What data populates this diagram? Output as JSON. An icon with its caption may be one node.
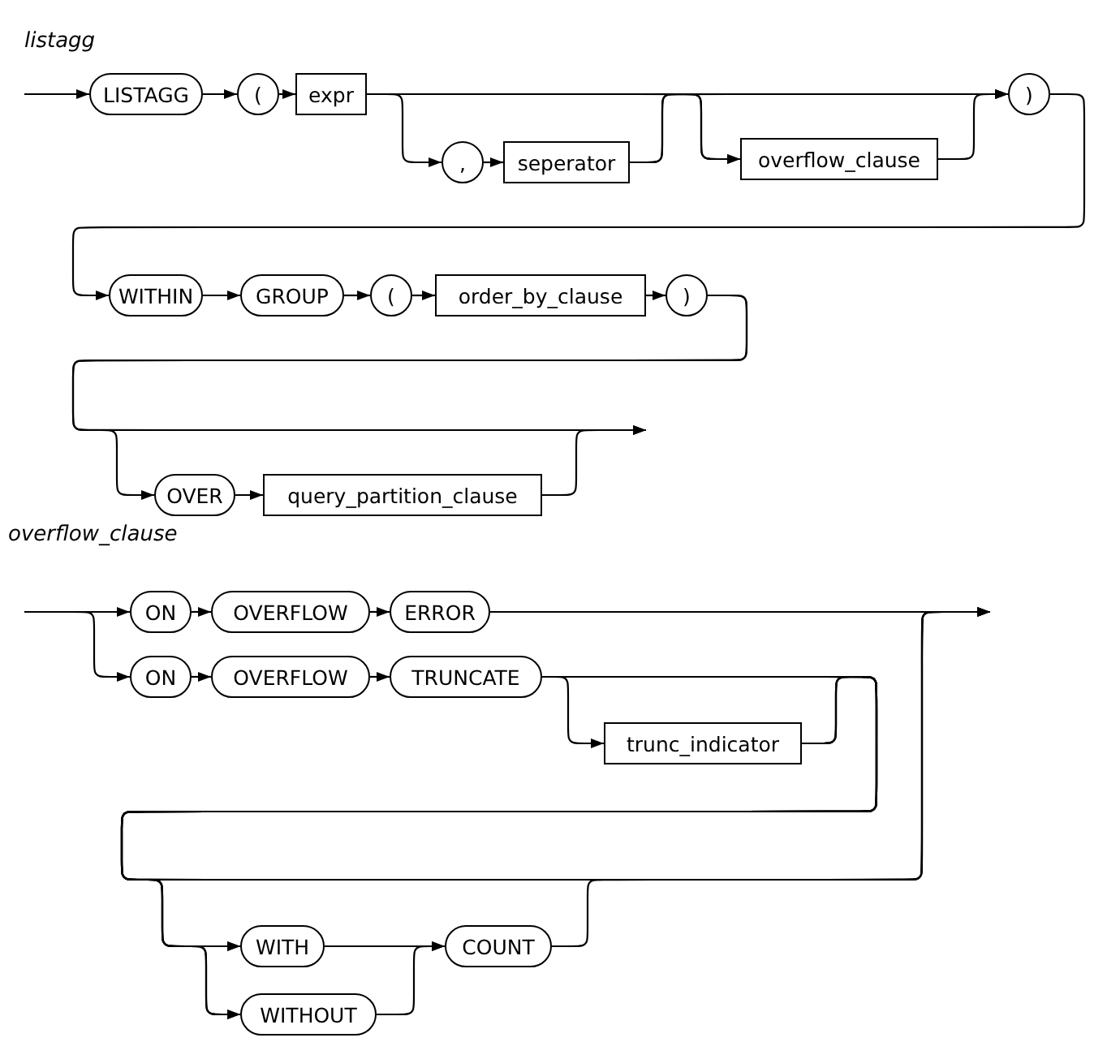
{
  "diagram": {
    "nodes": [
      {
        "text": [
          "LISTAGG"
        ]
      },
      {
        "text": [
          "("
        ]
      },
      {
        "text": [
          "expr"
        ]
      },
      {
        "text": [
          ","
        ]
      },
      {
        "text": [
          "seperator"
        ]
      },
      {
        "text": [
          "overflow_clause"
        ]
      },
      {
        "text": [
          ")"
        ]
      },
      {
        "text": [
          "WITHIN"
        ]
      },
      {
        "text": [
          "GROUP"
        ]
      },
      {
        "text": [
          "("
        ]
      },
      {
        "text": [
          "order_by_clause"
        ]
      },
      {
        "text": [
          ")"
        ]
      },
      {
        "text": [
          "OVER"
        ]
      },
      {
        "text": [
          "query_partition_clause"
        ]
      },
      {
        "text": [
          "ON"
        ]
      },
      {
        "text": [
          "OVERFLOW"
        ]
      },
      {
        "text": [
          "ERROR"
        ]
      },
      {
        "text": [
          "ON"
        ]
      },
      {
        "text": [
          "OVERFLOW"
        ]
      },
      {
        "text": [
          "TRUNCATE"
        ]
      },
      {
        "text": [
          "trunc_indicator"
        ]
      },
      {
        "text": [
          "WITH"
        ]
      },
      {
        "text": [
          "COUNT"
        ]
      },
      {
        "text": [
          "WITHOUT"
        ]
      }
    ],
    "edges": [
      {
        "from": null,
        "to": 0,
        "arrow": "to"
      },
      {
        "from": 0,
        "to": 1,
        "arrow": "to"
      },
      {
        "from": 1,
        "to": 2,
        "arrow": "to"
      },
      {
        "from": 2,
        "to": 3,
        "arrow": "to"
      },
      {
        "from": 3,
        "to": 4,
        "arrow": "to"
      },
      {
        "from": 2,
        "to": 5,
        "arrow": "to"
      },
      {
        "from": 4,
        "to": 5,
        "arrow": "to"
      },
      {
        "from": 2,
        "to": 6,
        "arrow": "to"
      },
      {
        "from": 4,
        "to": 6,
        "arrow": "to"
      },
      {
        "from": 5,
        "to": 6,
        "arrow": "to"
      },
      {
        "from": 6,
        "to": 7,
        "arrow": "to"
      },
      {
        "from": 7,
        "to": 8,
        "arrow": "to"
      },
      {
        "from": 8,
        "to": 9,
        "arrow": "to"
      },
      {
        "from": 9,
        "to": 10,
        "arrow": "to"
      },
      {
        "from": 10,
        "to": 11,
        "arrow": "to"
      },
      {
        "from": 11,
        "to": 12,
        "arrow": "to"
      },
      {
        "from": 11,
        "to": null,
        "arrow": "to"
      },
      {
        "from": 12,
        "to": 13,
        "arrow": "to"
      },
      {
        "from": 13,
        "to": null,
        "arrow": "to"
      },
      {
        "from": null,
        "to": 14,
        "arrow": "to"
      },
      {
        "from": null,
        "to": 17,
        "arrow": "to"
      },
      {
        "from": 14,
        "to": 15,
        "arrow": "to"
      },
      {
        "from": 15,
        "to": 16,
        "arrow": "to"
      },
      {
        "from": 16,
        "to": null,
        "arrow": "to"
      },
      {
        "from": 17,
        "to": 18,
        "arrow": "to"
      },
      {
        "from": 18,
        "to": 19,
        "arrow": "to"
      },
      {
        "from": 19,
        "to": 20,
        "arrow": "to"
      },
      {
        "from": 19,
        "to": 21,
        "arrow": "to"
      },
      {
        "from": 19,
        "to": 23,
        "arrow": "to"
      },
      {
        "from": 19,
        "to": null,
        "arrow": "to"
      },
      {
        "from": 20,
        "to": 21,
        "arrow": "to"
      },
      {
        "from": 20,
        "to": 23,
        "arrow": "to"
      },
      {
        "from": 20,
        "to": null,
        "arrow": "to"
      },
      {
        "from": 21,
        "to": 22,
        "arrow": "to"
      },
      {
        "from": 23,
        "to": 22,
        "arrow": "to"
      },
      {
        "from": 22,
        "to": null,
        "arrow": "to"
      }
    ],
    "labels": [
      "listagg",
      "overflow_clause"
    ]
  }
}
